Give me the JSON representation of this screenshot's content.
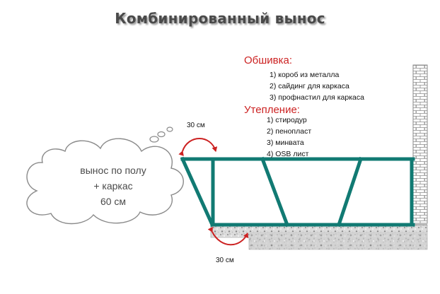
{
  "title": "Комбинированный вынос",
  "cladding": {
    "heading": "Обшивка:",
    "items": [
      "1) короб из металла",
      "2) сайдинг для каркаса",
      "3) профнастил для каркаса"
    ]
  },
  "insulation": {
    "heading": "Утепление:",
    "items": [
      "1) стиродур",
      "2) пенопласт",
      "3) минвата",
      "4) OSB лист"
    ]
  },
  "cloud": {
    "line1": "вынос по полу",
    "line2": "+ каркас",
    "line3": "60 см"
  },
  "dimensions": {
    "top_label": "30 см",
    "bottom_label": "30 см"
  },
  "colors": {
    "frame": "#117a73",
    "accent": "#cc2222",
    "wall": "#9a9a9a"
  }
}
